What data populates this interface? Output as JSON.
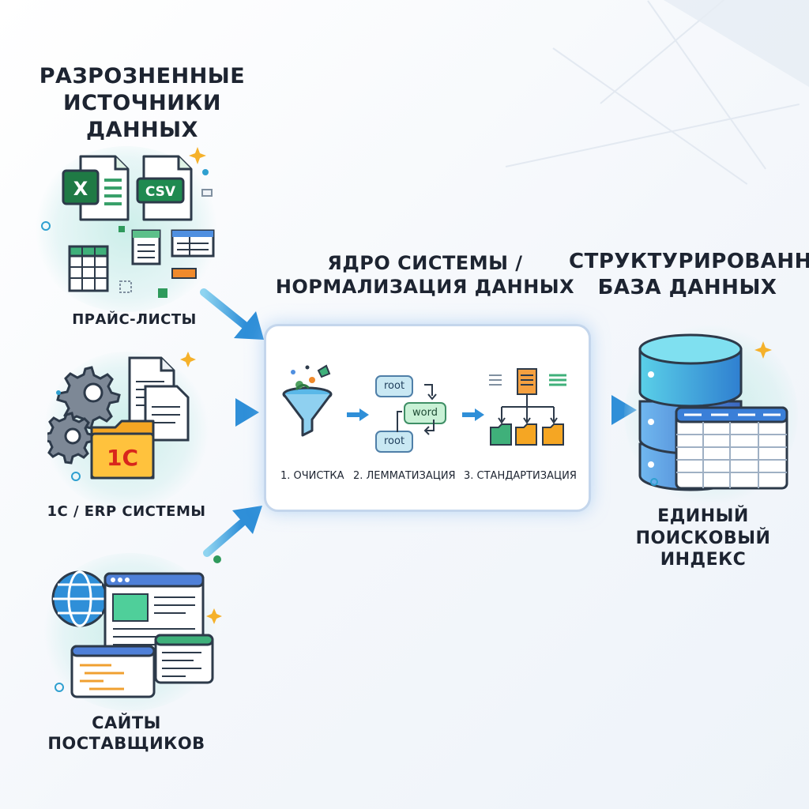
{
  "sources_title": [
    "РАЗРОЗНЕННЫЕ",
    "ИСТОЧНИКИ ДАННЫХ"
  ],
  "sources": [
    {
      "label": "ПРАЙС-ЛИСТЫ",
      "icons": [
        "excel-icon",
        "csv-icon",
        "spreadsheet-icon"
      ]
    },
    {
      "label": "1С / ERP СИСТЕМЫ",
      "icons": [
        "gear-icon",
        "document-icon",
        "1c-folder-icon"
      ],
      "logo_text": "1С"
    },
    {
      "label": [
        "САЙТЫ",
        "ПОСТАВЩИКОВ"
      ],
      "icons": [
        "globe-icon",
        "browser-window-icon",
        "code-window-icon"
      ]
    }
  ],
  "excel_mark": "X",
  "csv_mark": "CSV",
  "core_title": [
    "ЯДРО СИСТЕМЫ /",
    "НОРМАЛИЗАЦИЯ ДАННЫХ"
  ],
  "core_steps": [
    {
      "label": "1. ОЧИСТКА",
      "icon": "funnel-icon"
    },
    {
      "label": "2. ЛЕММАТИЗАЦИЯ",
      "icon": "word-tree-icon",
      "words": [
        "root",
        "word",
        "root"
      ]
    },
    {
      "label": "3. СТАНДАРТИЗАЦИЯ",
      "icon": "folder-hierarchy-icon"
    }
  ],
  "db_title": [
    "СТРУКТУРИРОВАННАЯ",
    "БАЗА ДАННЫХ"
  ],
  "index_label": [
    "ЕДИНЫЙ",
    "ПОИСКОВЫЙ",
    "ИНДЕКС"
  ],
  "colors": {
    "arrow": "#2f8fd8",
    "excel": "#1f7a45",
    "csv": "#1f8a50",
    "onec_folder": "#f5a623",
    "onec_text": "#d8261c",
    "db_top": "#2fa7d8",
    "db_bottom": "#3f73c8"
  }
}
